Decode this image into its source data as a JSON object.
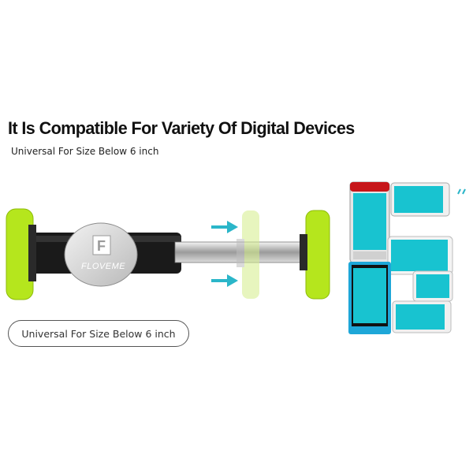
{
  "headline": "It Is Compatible For Variety Of Digital Devices",
  "subline": "Universal For Size Below 6 inch",
  "pill_label": "Universal For Size Below 6 inch",
  "product": {
    "brand": "FLOVEME",
    "logo_letter": "F",
    "accent_color": "#b5e61d",
    "arrow_color": "#2bb6c9"
  },
  "devices": {
    "screen_color": "#18c3d0",
    "phone_blue": "#1ea7d8"
  }
}
